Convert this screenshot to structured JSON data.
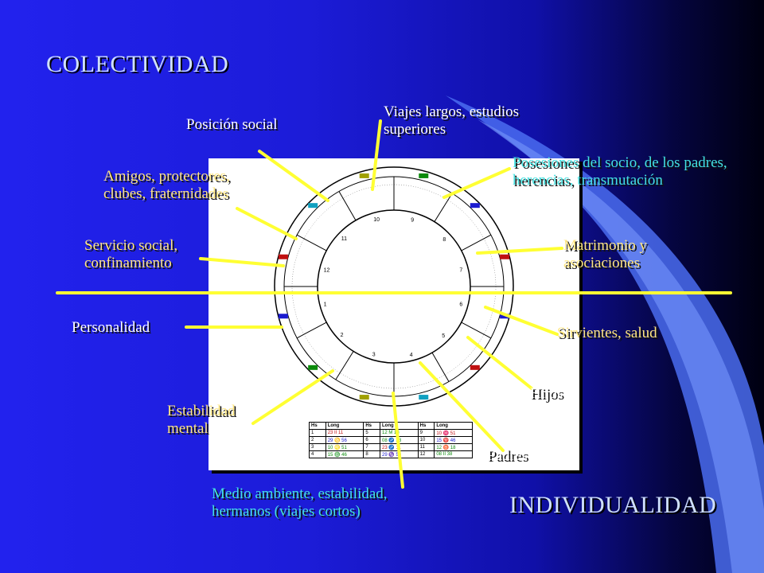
{
  "slide": {
    "title_top": "COLECTIVIDAD",
    "title_bottom": "INDIVIDUALIDAD"
  },
  "labels": {
    "viajes": "Viajes largos, estudios superiores",
    "posicion_social": "Posición social",
    "amigos": "Amigos, protectores, clubes, fraternidades",
    "posesiones": "Posesiones del socio, de los padres, herencias, transmutación",
    "servicio": "Servicio social, confinamiento",
    "matrimonio": "Matrimonio y asociaciones",
    "personalidad": "Personalidad",
    "sirvientes": "Sirvientes, salud",
    "hijos": "Hijos",
    "estabilidad": "Estabilidad mental",
    "padres": "Padres",
    "medio": "Medio ambiente, estabilidad, hermanos (viajes cortos)"
  },
  "chart": {
    "house_numbers": [
      "1",
      "2",
      "3",
      "4",
      "5",
      "6",
      "7",
      "8",
      "9",
      "10",
      "11",
      "12"
    ],
    "table_headers": [
      "Hs",
      "Long",
      "Hs",
      "Long",
      "Hs",
      "Long"
    ],
    "table_rows": [
      [
        "1",
        "23 II 11",
        "5",
        "12 M 18",
        "9",
        "10 ♓ 51"
      ],
      [
        "2",
        "29 ♋ 56",
        "6",
        "08 ♐ 38",
        "10",
        "15 ♈ 46"
      ],
      [
        "3",
        "10 ♌ 51",
        "7",
        "23 ♐ 11",
        "11",
        "12 ♉ 18"
      ],
      [
        "4",
        "15 ♎ 46",
        "8",
        "29 ♑ 56",
        "12",
        "08 II 38"
      ]
    ]
  },
  "colors": {
    "pointer": "#ffff33",
    "label_white": "#ffffff",
    "label_yellow": "#ffe680",
    "label_cyan": "#44e0e0"
  }
}
